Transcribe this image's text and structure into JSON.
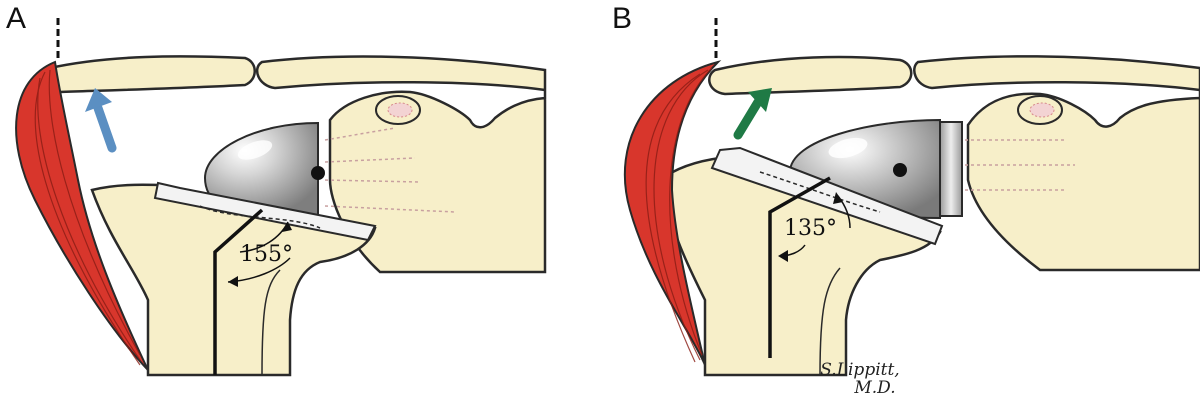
{
  "panels": [
    {
      "letter": "A",
      "angle": "155°",
      "arrow_color": "#5b8fc2"
    },
    {
      "letter": "B",
      "angle": "135°",
      "arrow_color": "#1f7a45"
    }
  ],
  "signature": {
    "line1": "S.Lippitt,",
    "line2": "M.D."
  },
  "colors": {
    "bone": "#f7efc9",
    "bone_outline": "#2a2a2a",
    "deltoid_muscle": "#d8362c",
    "implant_metal": "#b9b9b9",
    "polyethylene": "#f3f3f3"
  }
}
